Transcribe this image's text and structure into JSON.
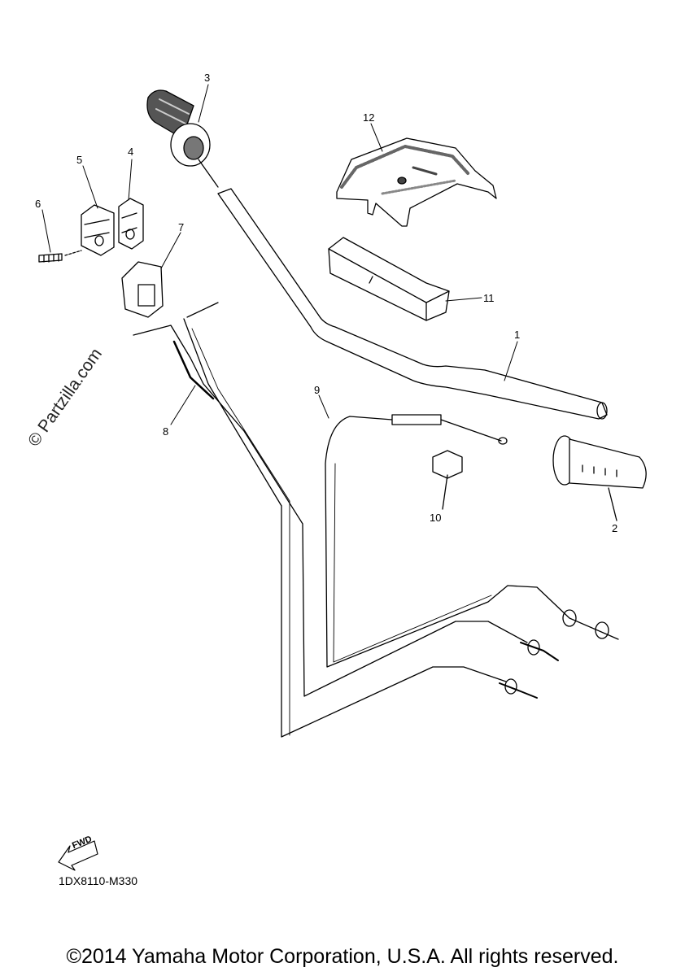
{
  "callouts": {
    "c1": "1",
    "c2": "2",
    "c3": "3",
    "c4": "4",
    "c5": "5",
    "c6": "6",
    "c7": "7",
    "c8": "8",
    "c9": "9",
    "c10": "10",
    "c11": "11",
    "c12": "12"
  },
  "watermark": "© Partzilla.com",
  "fwd_label": "FWD",
  "diagram_code": "1DX8110-M330",
  "copyright": "©2014 Yamaha Motor Corporation, U.S.A. All rights reserved."
}
